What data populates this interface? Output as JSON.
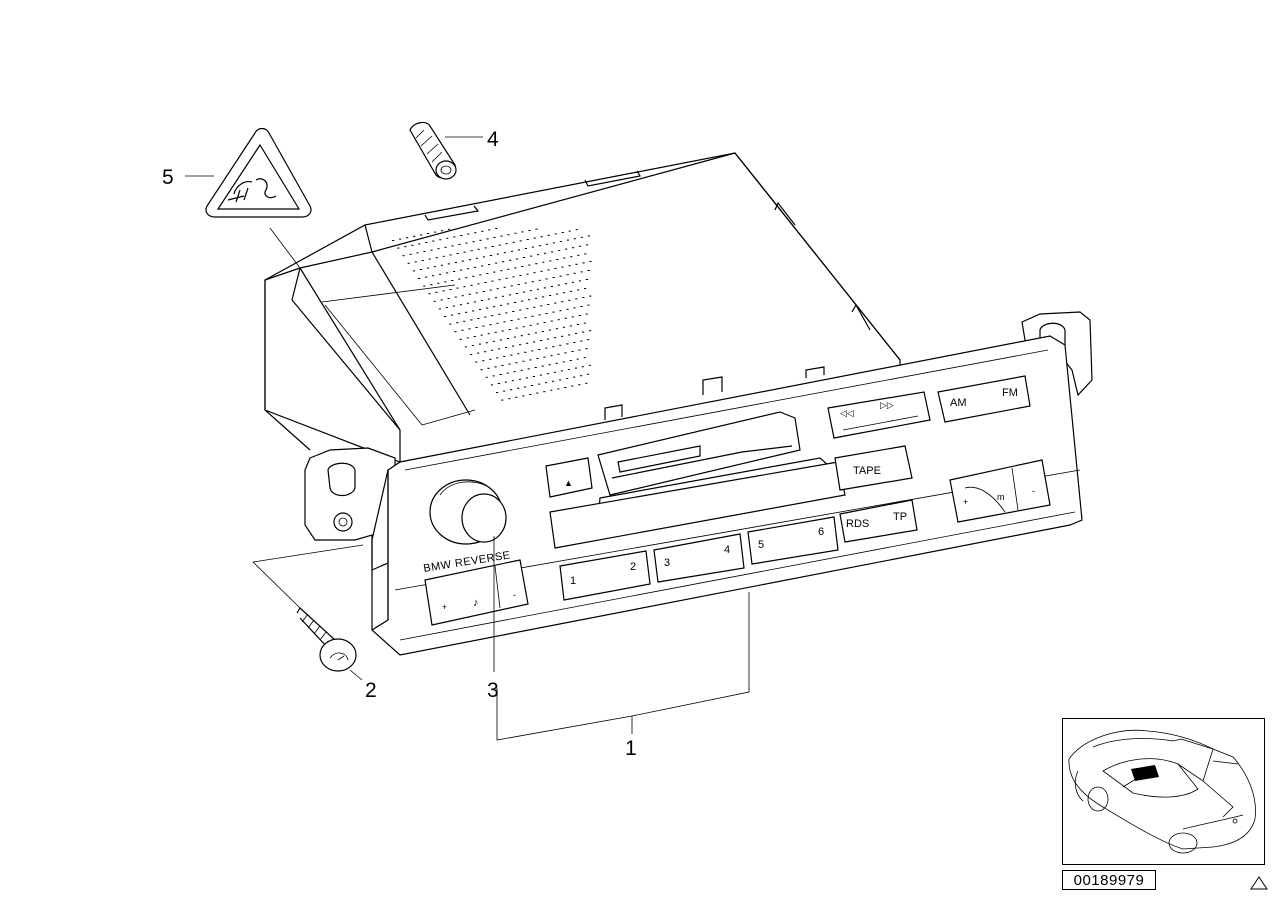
{
  "diagram": {
    "callouts": [
      "1",
      "2",
      "3",
      "4",
      "5"
    ],
    "brand_text": "BMW REVERSE",
    "buttons": {
      "eject": "▲",
      "am": "AM",
      "fm": "FM",
      "tape": "TAPE",
      "rds": "RDS",
      "tp": "TP",
      "p1": "1",
      "p2": "2",
      "p3": "3",
      "p4": "4",
      "p5": "5",
      "p6": "6",
      "vol_plus": "+",
      "vol_minus": "-",
      "rt_plus": "+",
      "rt_m": "m",
      "rt_minus": "-"
    },
    "diagram_number": "00189979"
  }
}
